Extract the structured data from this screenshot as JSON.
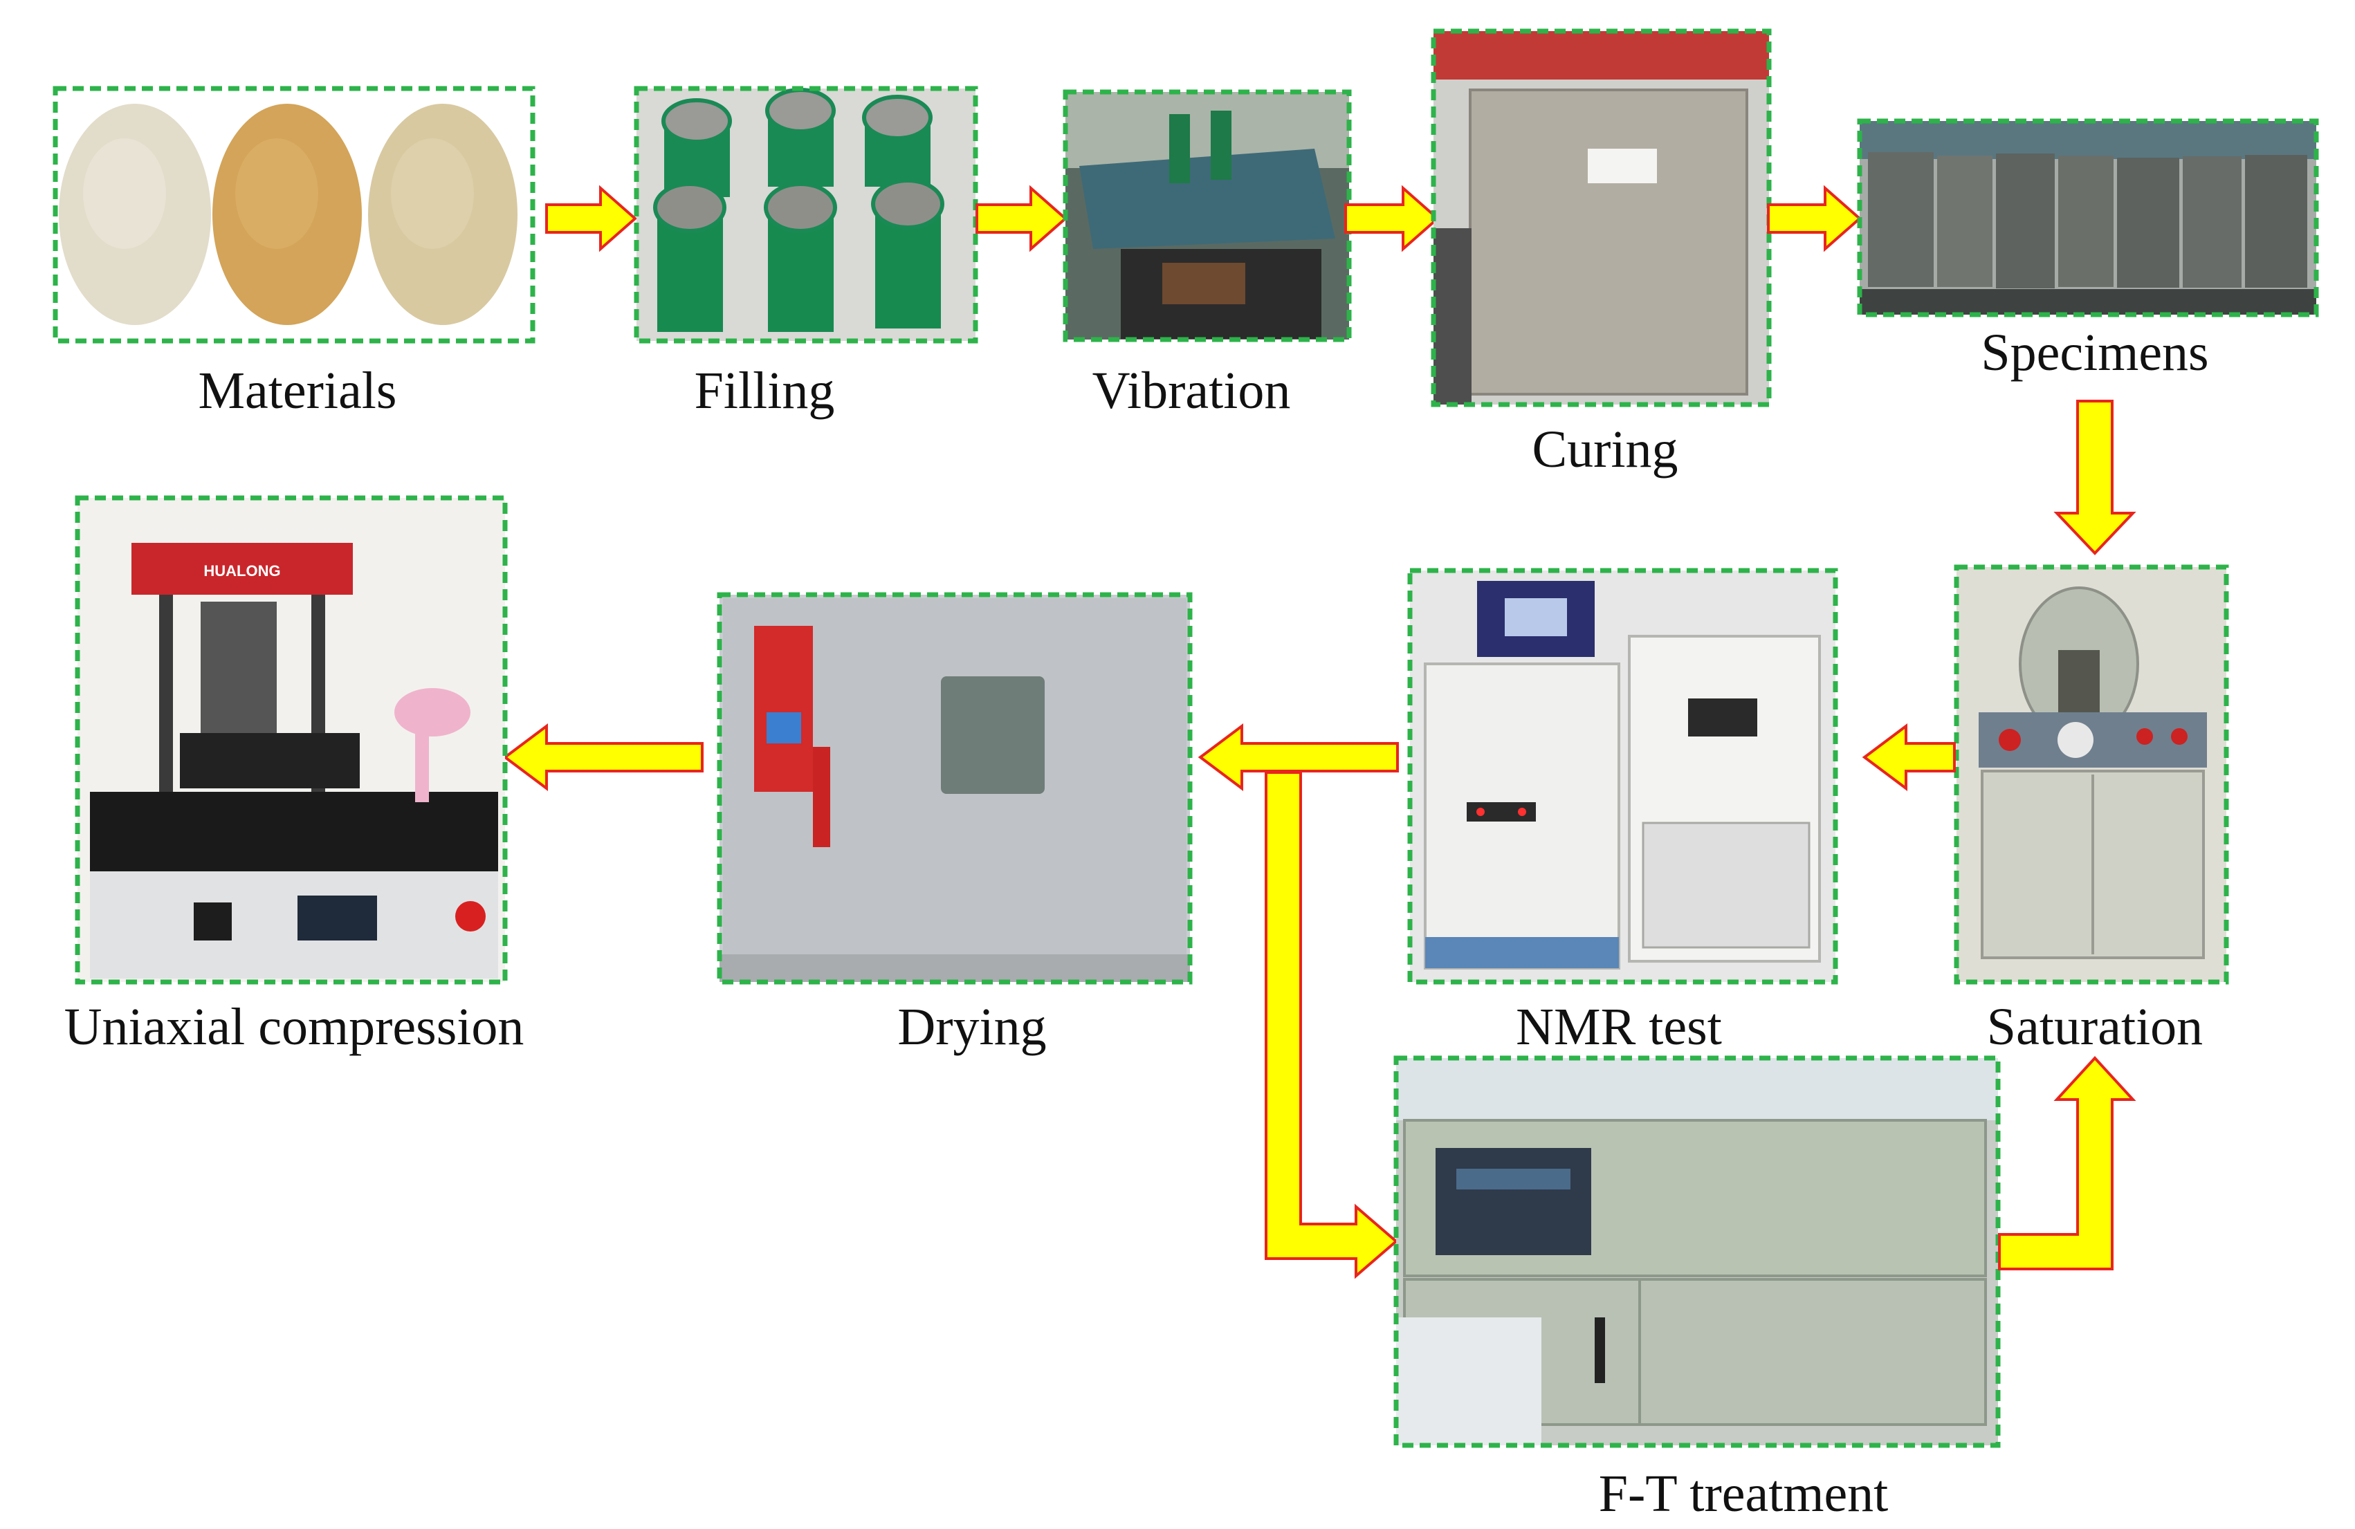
{
  "steps": {
    "materials": "Materials",
    "filling": "Filling",
    "vibration": "Vibration",
    "curing": "Curing",
    "specimens": "Specimens",
    "saturation": "Saturation",
    "nmr_test": "NMR test",
    "drying": "Drying",
    "uniaxial_compression": "Uniaxial compression",
    "ft_treatment": "F-T treatment"
  },
  "machine_text": {
    "hualong_brand": "HUALONG"
  },
  "colors": {
    "frame_border": "#2db34a",
    "arrow_fill": "#ffff00",
    "arrow_outline": "#e8251f"
  }
}
